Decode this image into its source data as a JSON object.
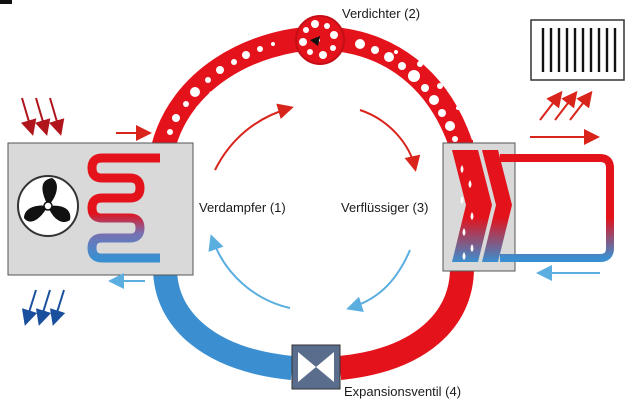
{
  "labels": {
    "compressor": "Verdichter (2)",
    "evaporator": "Verdampfer (1)",
    "condenser": "Verflüssiger (3)",
    "expansion_valve": "Expansionsventil (4)"
  },
  "colors": {
    "hot": "#e3121b",
    "cold": "#3b8fd0",
    "box": "#d9d9d9",
    "outline": "#555555",
    "arrow_hot": "#d9241b",
    "arrow_cold": "#5aaee0",
    "arrow_dark_red": "#b0151c",
    "arrow_dark_blue": "#1a4f9e"
  },
  "icons": [
    "fan-icon",
    "radiator-icon",
    "compressor-icon",
    "expansion-valve-icon"
  ]
}
